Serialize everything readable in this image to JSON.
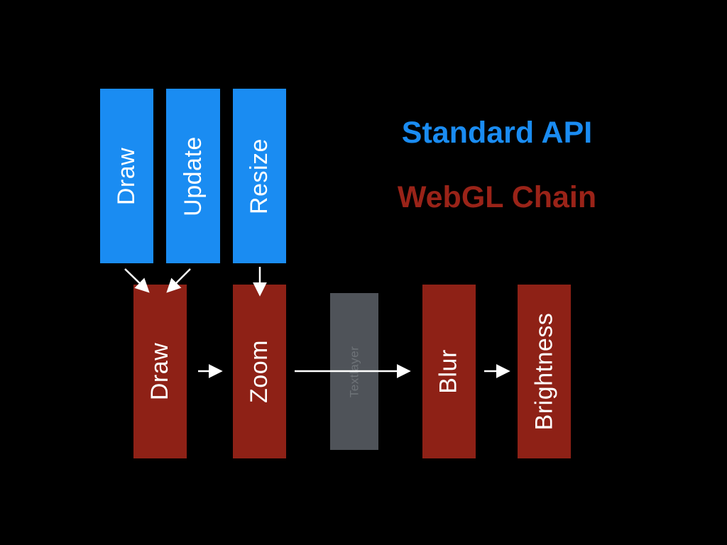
{
  "colors": {
    "background": "#000000",
    "standard_api": "#1a8cf2",
    "webgl_chain": "#8e2116",
    "layer": "#4f5359",
    "arrow": "#ffffff"
  },
  "legend": {
    "standard_api": "Standard API",
    "webgl_chain": "WebGL Chain"
  },
  "standard_api": {
    "draw": "Draw",
    "update": "Update",
    "resize": "Resize"
  },
  "webgl_chain": {
    "draw": "Draw",
    "zoom": "Zoom",
    "blur": "Blur",
    "brightness": "Brightness"
  },
  "layer": {
    "textlayer": "Textlayer"
  }
}
